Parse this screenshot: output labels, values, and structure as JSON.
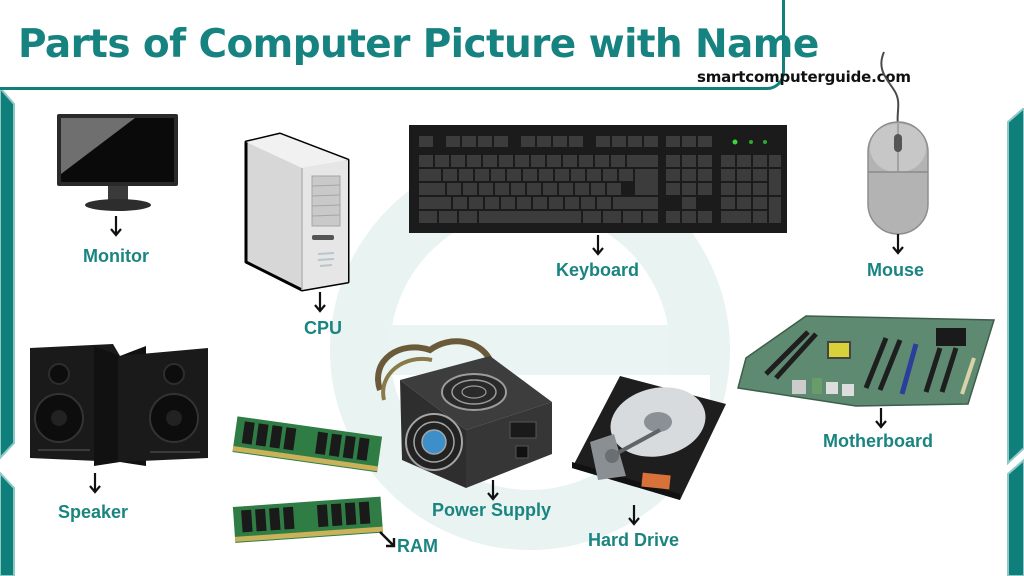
{
  "header": {
    "title": "Parts of Computer Picture with Name",
    "site": "smartcomputerguide.com"
  },
  "colors": {
    "accent": "#168380",
    "frame": "#137f7b",
    "side_bar": "#0e7f7a",
    "label": "#1a8580"
  },
  "parts": [
    {
      "id": "monitor",
      "label": "Monitor",
      "icon": "monitor-icon"
    },
    {
      "id": "cpu",
      "label": "CPU",
      "icon": "cpu-tower-icon"
    },
    {
      "id": "keyboard",
      "label": "Keyboard",
      "icon": "keyboard-icon"
    },
    {
      "id": "mouse",
      "label": "Mouse",
      "icon": "mouse-icon"
    },
    {
      "id": "speaker",
      "label": "Speaker",
      "icon": "speaker-icon"
    },
    {
      "id": "ram",
      "label": "RAM",
      "icon": "ram-icon"
    },
    {
      "id": "power_supply",
      "label": "Power Supply",
      "icon": "power-supply-icon"
    },
    {
      "id": "hard_drive",
      "label": "Hard Drive",
      "icon": "hard-drive-icon"
    },
    {
      "id": "motherboard",
      "label": "Motherboard",
      "icon": "motherboard-icon"
    }
  ]
}
